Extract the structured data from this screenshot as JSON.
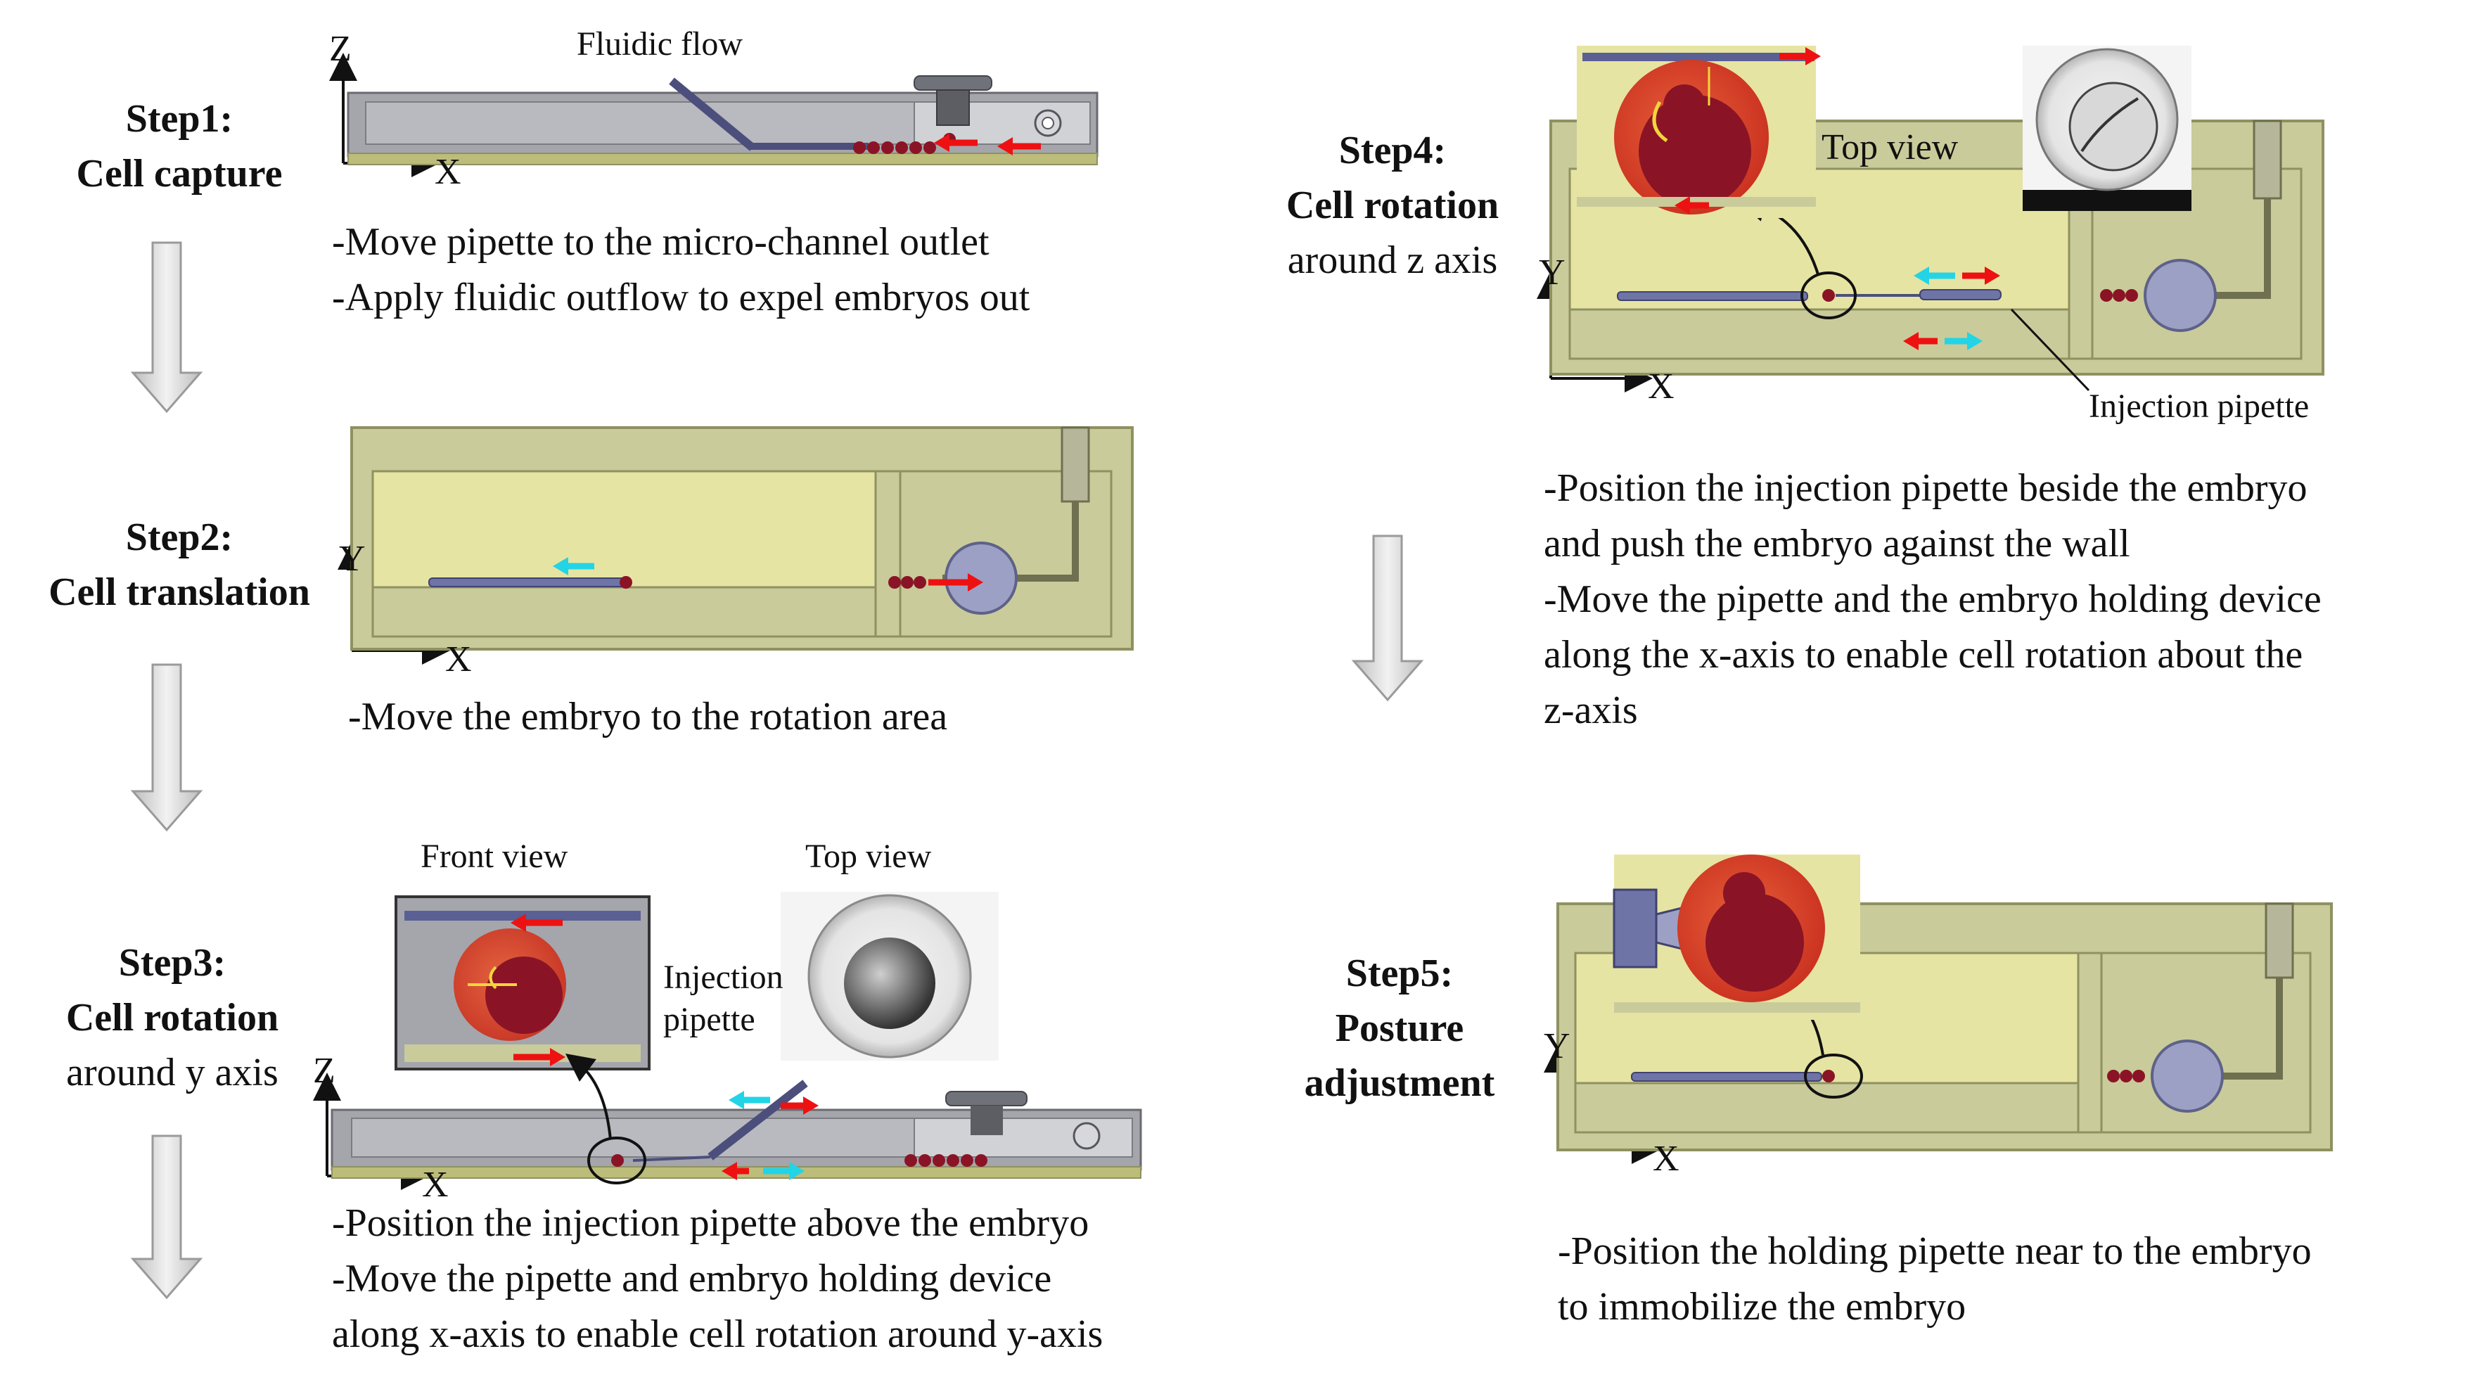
{
  "steps": [
    {
      "title": "Step1:",
      "name": "Cell capture",
      "sub": "",
      "description": [
        "-Move pipette to the micro-channel outlet",
        "-Apply fluidic outflow to expel embryos out"
      ],
      "labels": {
        "flow": "Fluidic flow",
        "axis_vertical": "Z",
        "axis_horizontal": "X"
      }
    },
    {
      "title": "Step2:",
      "name": "Cell translation",
      "sub": "",
      "description": [
        "-Move the embryo to the rotation area"
      ],
      "labels": {
        "axis_vertical": "Y",
        "axis_horizontal": "X"
      }
    },
    {
      "title": "Step3:",
      "name": "Cell rotation",
      "sub": "around y axis",
      "description": [
        "-Position the injection pipette above the embryo",
        "-Move the pipette and embryo holding device",
        "along x-axis to enable cell rotation around y-axis"
      ],
      "labels": {
        "front_view": "Front view",
        "top_view": "Top view",
        "injection_1": "Injection",
        "injection_2": "pipette",
        "axis_vertical": "Z",
        "axis_horizontal": "X"
      }
    },
    {
      "title": "Step4:",
      "name": "Cell rotation",
      "sub": "around z axis",
      "description": [
        "-Position the injection pipette beside the embryo",
        "and push the embryo against the wall",
        "-Move the pipette and the embryo holding device",
        "along the x-axis to enable cell rotation about the",
        "z-axis"
      ],
      "labels": {
        "top_view": "Top view",
        "injection": "Injection pipette",
        "axis_vertical": "Y",
        "axis_horizontal": "X"
      }
    },
    {
      "title": "Step5:",
      "name": "Posture",
      "name2": "adjustment",
      "description": [
        "-Position the holding pipette near to the embryo",
        "to immobilize the embryo"
      ],
      "labels": {
        "axis_vertical": "Y",
        "axis_horizontal": "X"
      }
    }
  ],
  "colors": {
    "device_olive": "#c9cb9a",
    "device_olive_dark": "#8f9160",
    "chamber_yellow": "#e6e4a2",
    "side_gray": "#a4a6ac",
    "pipette_blue": "#6f74a6",
    "embryo_red": "#8a1426",
    "embryo_orange": "#d8442c",
    "arrow_red": "#ee1111",
    "arrow_cyan": "#22d4e6",
    "flow_arrow_gray": "#d7d7d7"
  }
}
